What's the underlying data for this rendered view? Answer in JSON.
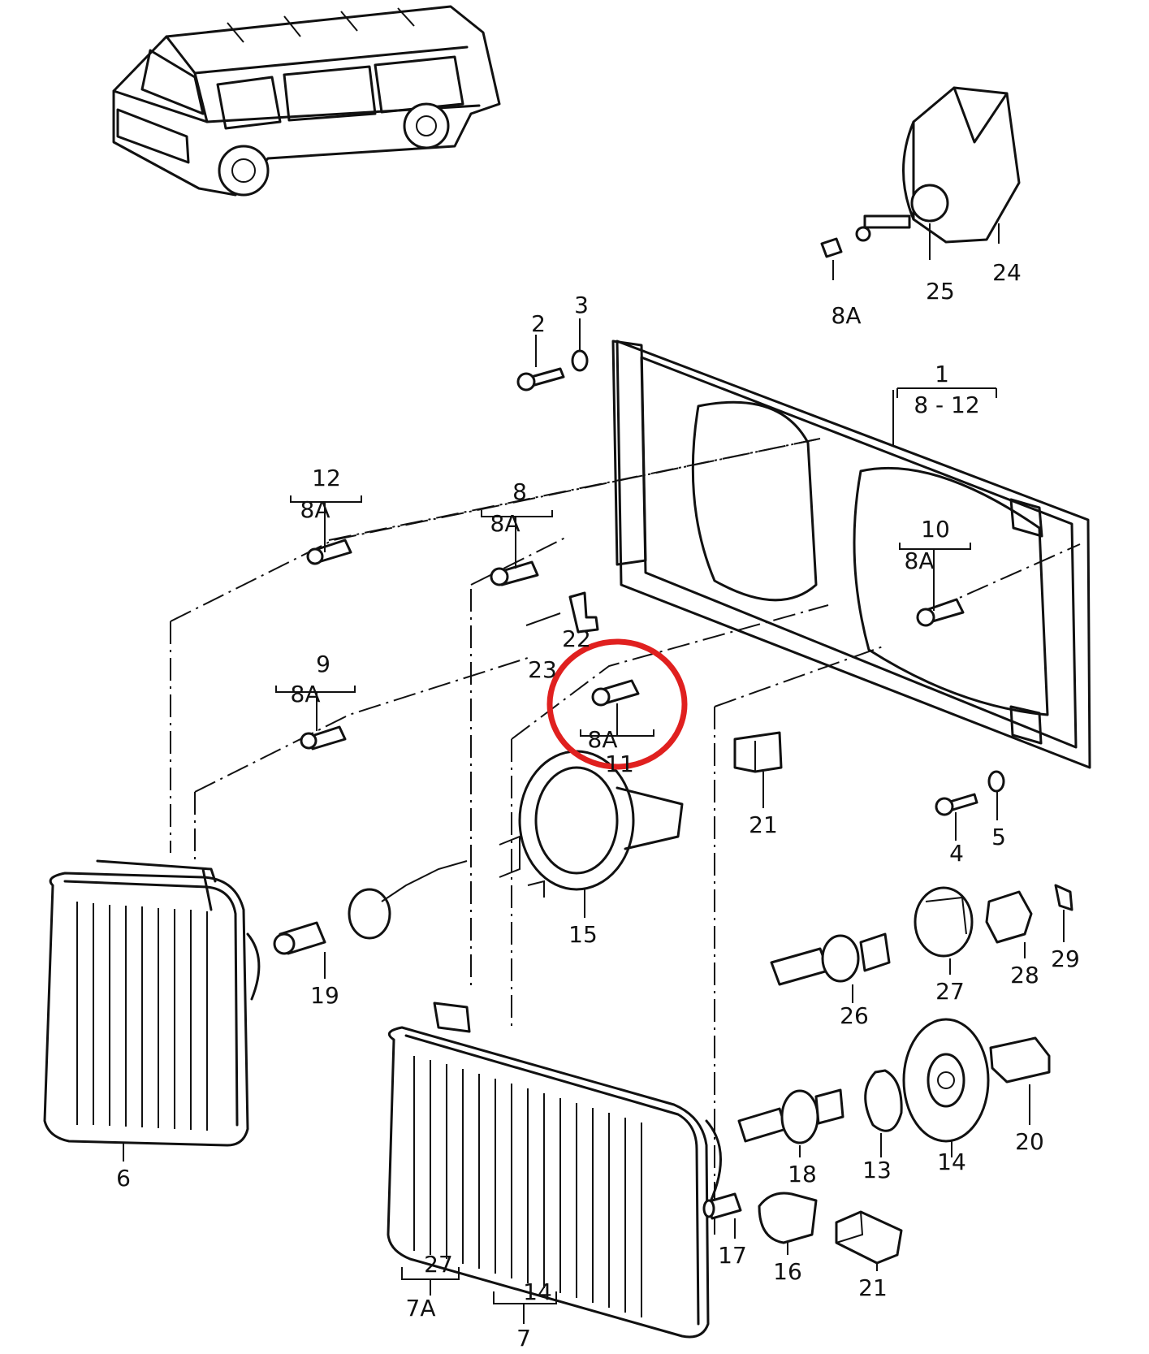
{
  "diagram": {
    "labels": [
      "1",
      "8 - 12",
      "2",
      "3",
      "12",
      "8A",
      "8",
      "8A",
      "10",
      "8A",
      "9",
      "8A",
      "22",
      "23",
      "8A",
      "11",
      "21",
      "4",
      "5",
      "15",
      "19",
      "6",
      "26",
      "27",
      "28",
      "29",
      "18",
      "13",
      "14",
      "20",
      "17",
      "16",
      "21",
      "27",
      "7A",
      "14",
      "7",
      "24",
      "25",
      "8A"
    ],
    "highlight": {
      "color": "#e0201f",
      "target_label": "11"
    }
  }
}
